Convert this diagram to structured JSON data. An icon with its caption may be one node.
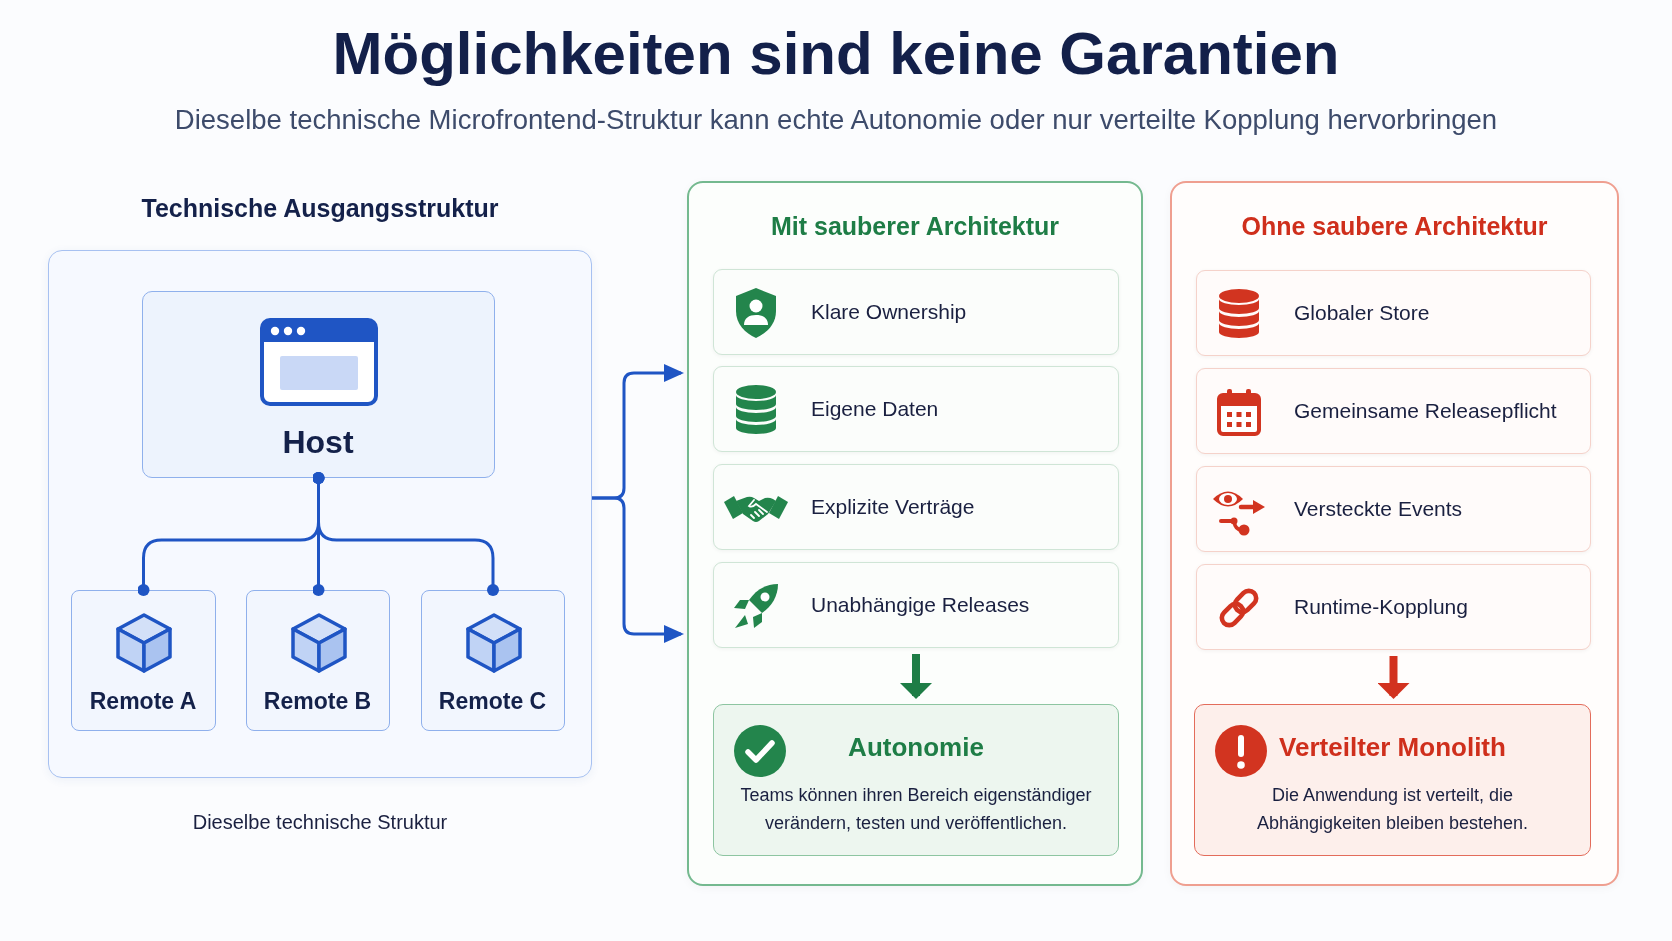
{
  "diagram": {
    "title": "Möglichkeiten sind keine Garantien",
    "nodes": [
      {
        "text": [
          "Technische Ausgangsstruktur"
        ],
        "beside": [
          "Dieselbe technische Struktur"
        ]
      },
      {
        "text": [
          "Host"
        ],
        "in": 0
      },
      {
        "text": [
          "Remote A"
        ],
        "in": 0
      },
      {
        "text": [
          "Remote B"
        ],
        "in": 0
      },
      {
        "text": [
          "Remote C"
        ],
        "in": 0
      },
      {
        "text": [
          "Mit sauberer Architektur"
        ]
      },
      {
        "text": [
          "Klare Ownership"
        ],
        "in": 5
      },
      {
        "text": [
          "Eigene Daten"
        ],
        "in": 5
      },
      {
        "text": [
          "Explizite Verträge"
        ],
        "in": 5
      },
      {
        "text": [
          "Unabhängige Releases"
        ],
        "in": 5
      },
      {
        "text": [
          "Autonomie",
          "Teams können ihren Bereich eigenständiger verändern, testen und veröffentlichen."
        ],
        "in": 5
      },
      {
        "text": [
          "Ohne saubere Architektur"
        ]
      },
      {
        "text": [
          "Globaler Store"
        ],
        "in": 11
      },
      {
        "text": [
          "Gemeinsame Releasepflicht"
        ],
        "in": 11
      },
      {
        "text": [
          "Versteckte Events"
        ],
        "in": 11
      },
      {
        "text": [
          "Runtime-Kopplung"
        ],
        "in": 11
      },
      {
        "text": [
          "Verteilter Monolith",
          "Die Anwendung ist verteilt, die Abhängigkeiten bleiben bestehen."
        ],
        "in": 11
      }
    ],
    "edges": [
      {
        "from": 1,
        "to": 2,
        "arrow": "other"
      },
      {
        "from": 1,
        "to": 3,
        "arrow": "other"
      },
      {
        "from": 1,
        "to": 4,
        "arrow": "other"
      },
      {
        "from": 0,
        "to": 5,
        "arrow": "to"
      },
      {
        "from": 0,
        "to": 5,
        "arrow": "to"
      },
      {
        "from": 9,
        "to": 10,
        "arrow": "to",
        "style": "thick",
        "color": "#1e7d46"
      },
      {
        "from": 15,
        "to": 16,
        "arrow": "to",
        "style": "thick",
        "color": "#d2321f"
      }
    ],
    "labels": [
      "Dieselbe technische Microfrontend-Struktur kann echte Autonomie oder nur verteilte Kopplung hervorbringen"
    ]
  }
}
